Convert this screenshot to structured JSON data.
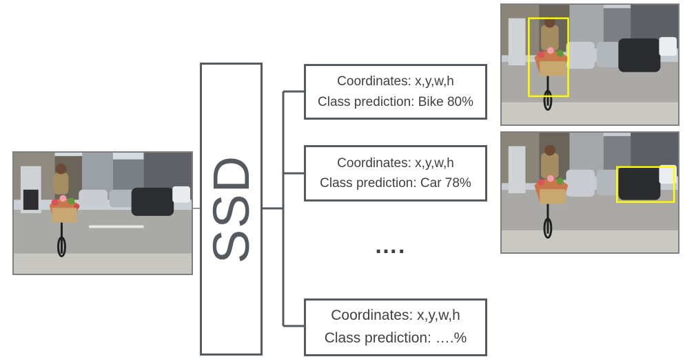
{
  "ssd": {
    "label": "SSD"
  },
  "predictions": [
    {
      "coordinates": "Coordinates: x,y,w,h",
      "class_prediction": "Class prediction: Bike 80%"
    },
    {
      "coordinates": "Coordinates: x,y,w,h",
      "class_prediction": "Class prediction: Car 78%"
    },
    {
      "coordinates": "Coordinates: x,y,w,h",
      "class_prediction": "Class prediction: ….%"
    }
  ],
  "ellipsis": "….",
  "colors": {
    "box_border": "#555a60",
    "text": "#404040",
    "detection_box": "#ffff00",
    "photo_border": "#7f7f7f"
  },
  "images": [
    {
      "content": "street-scene-cyclist-with-flower-basket",
      "detection": "none"
    },
    {
      "content": "street-scene-cyclist-with-flower-basket",
      "detection": "bike"
    },
    {
      "content": "street-scene-cyclist-with-flower-basket",
      "detection": "car"
    }
  ]
}
